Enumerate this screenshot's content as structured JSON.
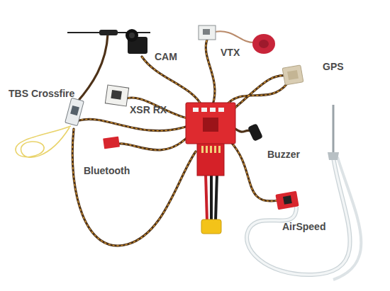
{
  "diagram": {
    "labels": [
      "CAM",
      "VTX",
      "GPS",
      "TBS Crossfire",
      "XSR RX",
      "Bluetooth",
      "Buzzer",
      "AirSpeed"
    ]
  }
}
